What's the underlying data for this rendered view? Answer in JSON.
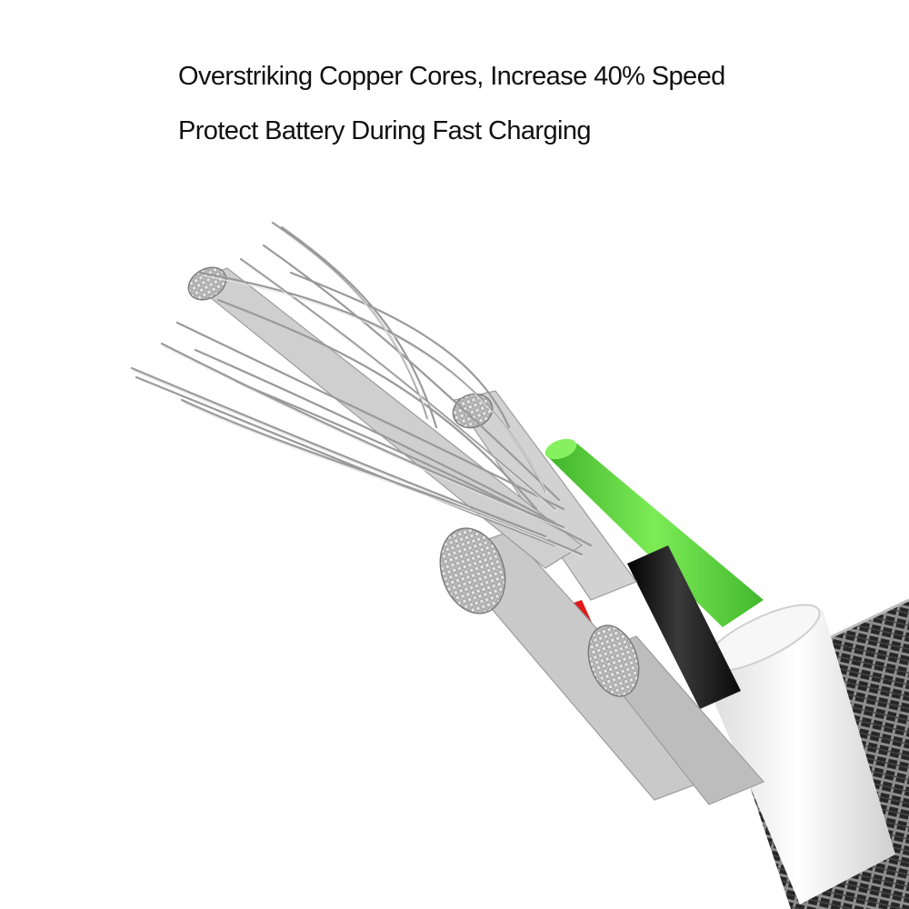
{
  "headline": {
    "line1": "Overstriking Copper Cores, Increase 40% Speed",
    "line2": "Protect Battery During Fast Charging"
  },
  "illustration": {
    "subject": "cable-cutaway-image",
    "colors": {
      "background": "#ffffff",
      "braid_dark": "#2a2a2a",
      "braid_light": "#9a9a9a",
      "insulation_white": "#f2f2f2",
      "wire_green": "#6ee04a",
      "wire_black": "#151515",
      "wire_red": "#e01010",
      "strand_silver": "#c8c8c8"
    }
  }
}
